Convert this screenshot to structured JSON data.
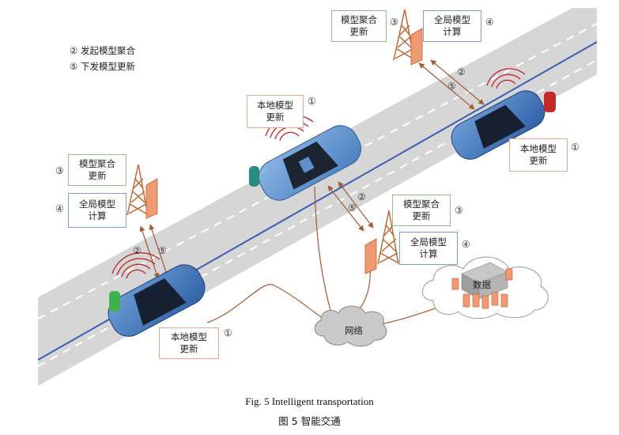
{
  "legend": {
    "item1": "② 发起模型聚合",
    "item2": "⑤ 下发模型更新"
  },
  "labels": {
    "aggregate": [
      "模型聚合",
      "更新"
    ],
    "global": [
      "全局模型",
      "计算"
    ],
    "local": [
      "本地模型",
      "更新"
    ],
    "n1": "①",
    "n2": "②",
    "n3": "③",
    "n4": "④",
    "n5": "⑤"
  },
  "network": "网络",
  "data": "数据",
  "caption": {
    "en": "Fig. 5    Intelligent transportation",
    "zh": "图 5    智能交通"
  },
  "colors": {
    "road": "#d6d6d6",
    "car_blue": "#3f6fb4",
    "car_light": "#5e8fc8",
    "tower": "#c0602c",
    "server": "#f09a74",
    "signal": "#c0202a",
    "line": "#a35a32",
    "box_green": "#8cc67a",
    "box_blue": "#7f9bcf",
    "box_orange": "#eca58a"
  }
}
